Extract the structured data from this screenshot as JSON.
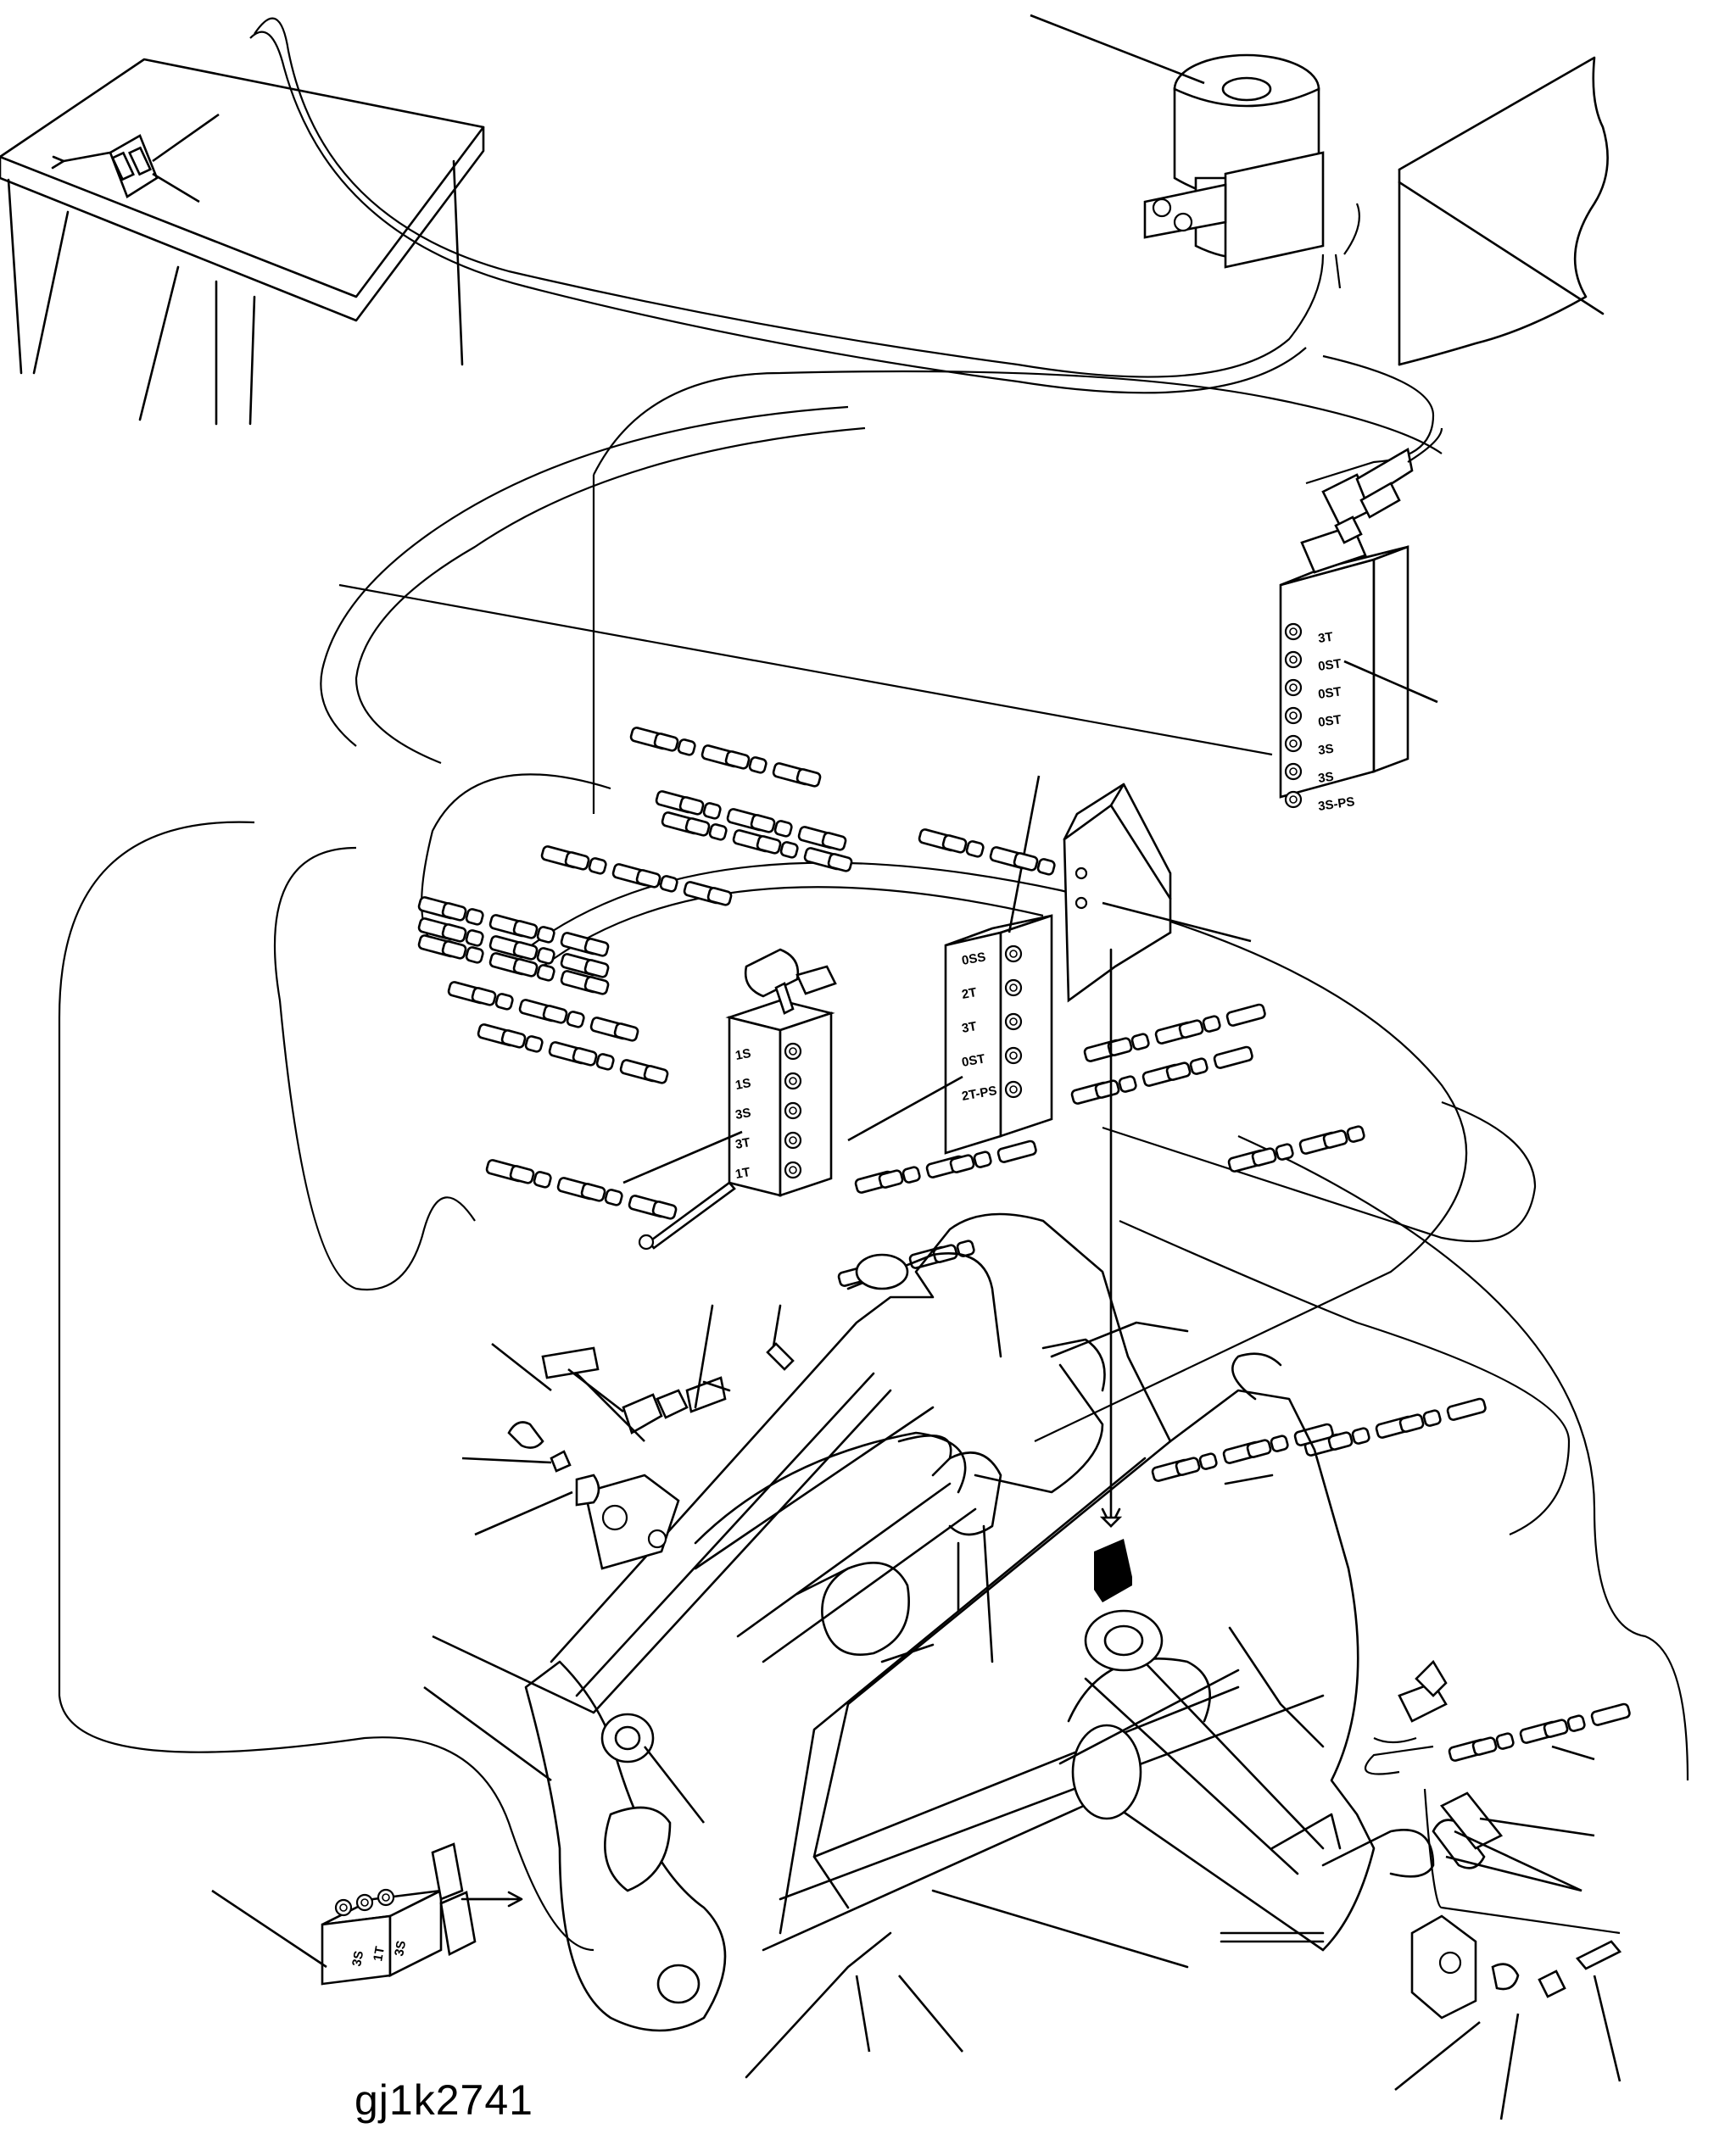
{
  "figure_code": "gj1k2741",
  "blocks": {
    "upper_right": [
      "3T",
      "0ST",
      "0ST",
      "0ST",
      "3S",
      "3S",
      "3S-PS"
    ],
    "center": [
      "0SS",
      "2T",
      "3T",
      "0ST",
      "2T-PS"
    ],
    "left": [
      "1S",
      "1S",
      "3S",
      "3T",
      "1T"
    ],
    "bottom_left": [
      "3S",
      "1T",
      "3S"
    ]
  }
}
